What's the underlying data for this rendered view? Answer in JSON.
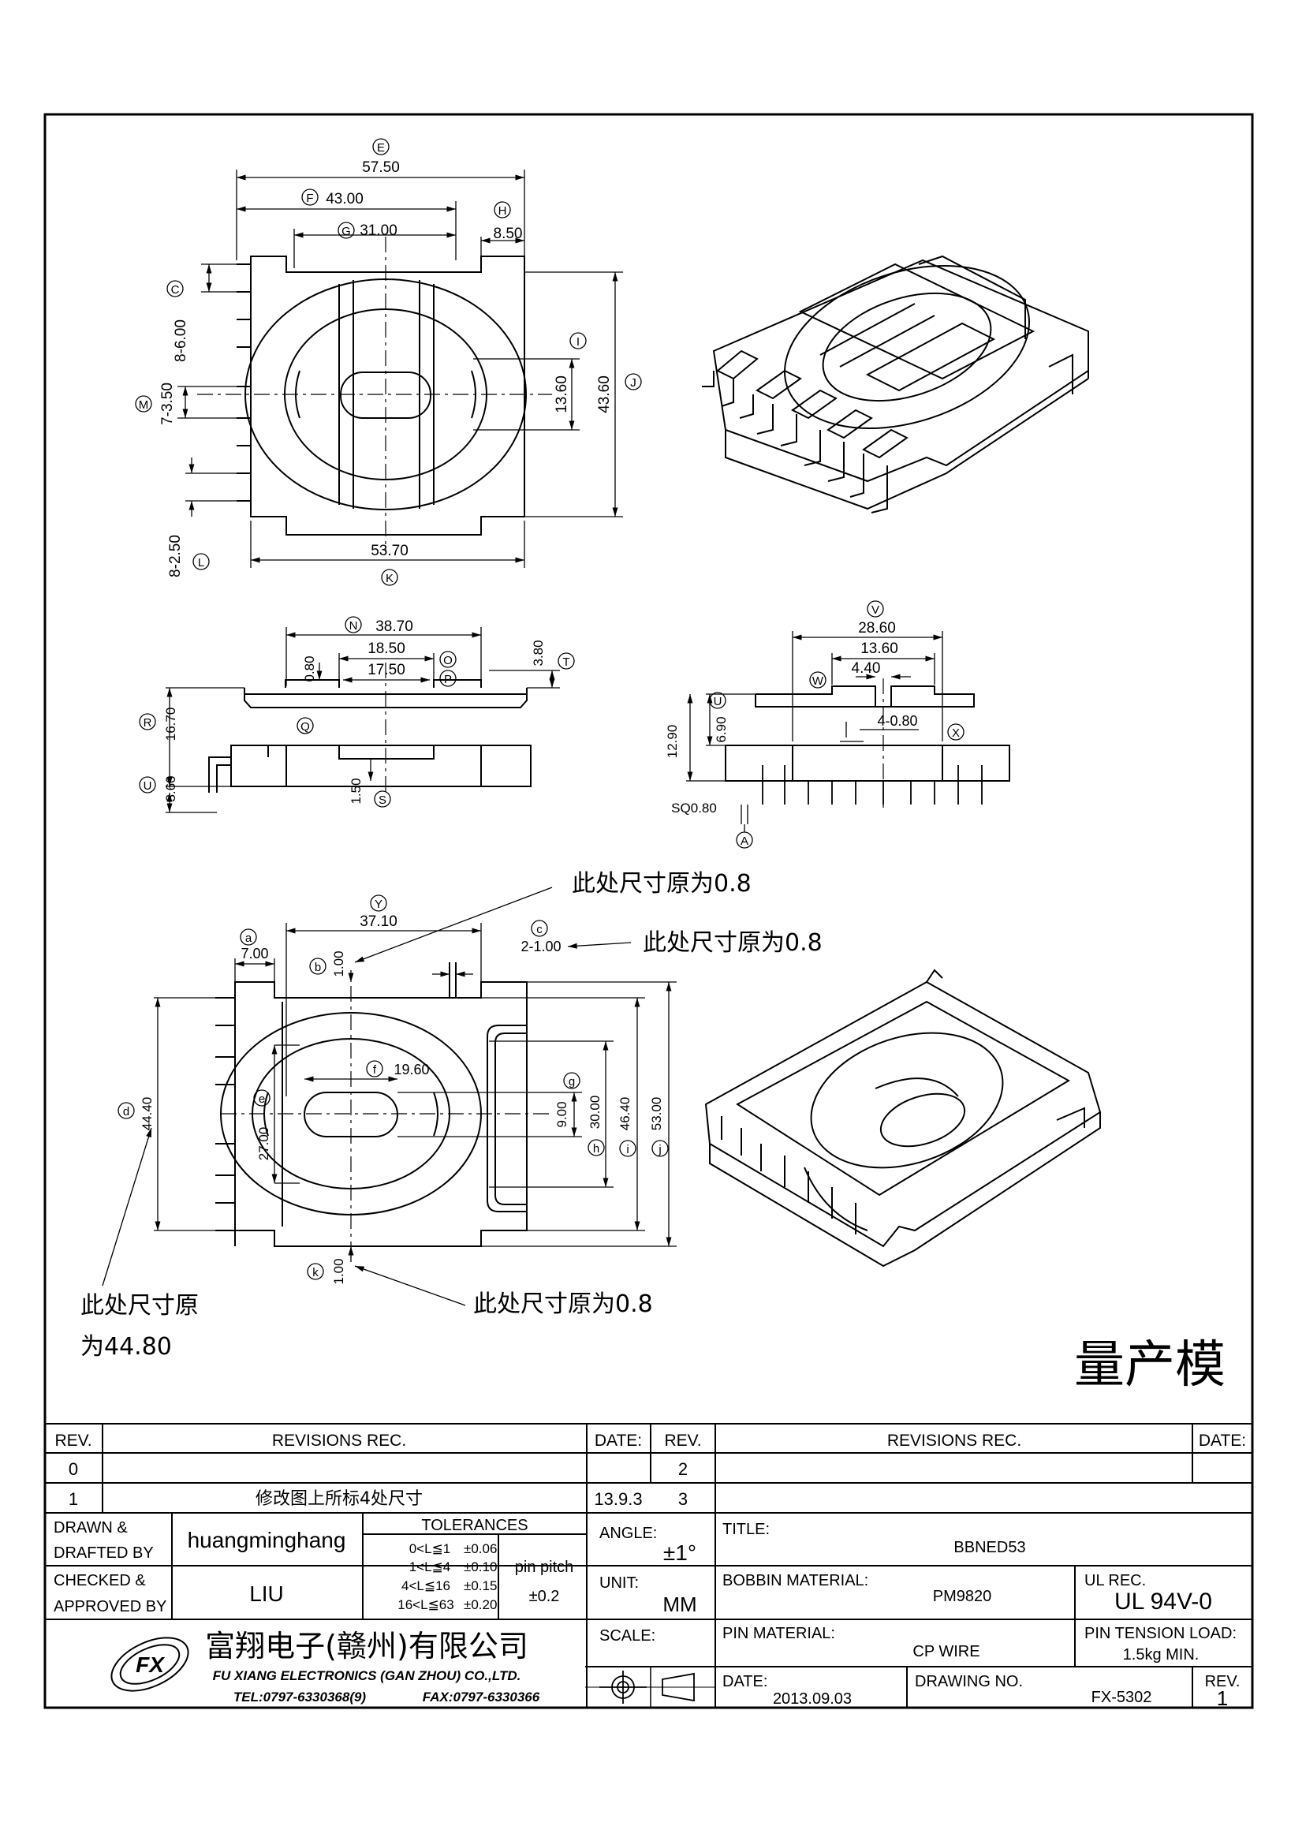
{
  "notes": {
    "top_right": "此处尺寸原为0.8",
    "c_dim": "此处尺寸原为0.8",
    "bottom": "此处尺寸原为0.8",
    "left_line1": "此处尺寸原",
    "left_line2": "为44.80",
    "stamp": "量产模"
  },
  "top_view": {
    "E": {
      "tag": "E",
      "value": "57.50"
    },
    "F": {
      "tag": "F",
      "value": "43.00"
    },
    "G": {
      "tag": "G",
      "value": "31.00"
    },
    "H": {
      "tag": "H",
      "value": "8.50"
    },
    "I": {
      "tag": "I",
      "value": "13.60"
    },
    "J": {
      "tag": "J",
      "value": "43.60"
    },
    "K": {
      "tag": "K",
      "value": "53.70"
    },
    "C": {
      "tag": "C",
      "value": "8-6.00"
    },
    "M": {
      "tag": "M",
      "value": "7-3.50"
    },
    "L": {
      "tag": "L",
      "value": "8-2.50"
    }
  },
  "front_view": {
    "N": {
      "tag": "N",
      "value": "38.70"
    },
    "O": {
      "tag": "O",
      "value": "18.50"
    },
    "P": {
      "tag": "P",
      "value": "17.50"
    },
    "d080": "0.80",
    "T": {
      "tag": "T",
      "value": "3.80"
    },
    "R": {
      "tag": "R",
      "value": "16.70"
    },
    "Q": {
      "tag": "Q"
    },
    "U": {
      "tag": "U",
      "value": "3.60"
    },
    "S": {
      "tag": "S",
      "value": "1.50"
    }
  },
  "side_view": {
    "V": {
      "tag": "V",
      "value": "28.60"
    },
    "v2": "13.60",
    "W": {
      "tag": "W",
      "value": "4.40"
    },
    "U": {
      "tag": "U",
      "value": "6.90"
    },
    "h": "12.90",
    "X": {
      "tag": "X",
      "value": "4-0.80"
    },
    "A": {
      "tag": "A",
      "value": "SQ0.80"
    }
  },
  "bottom_view": {
    "Y": {
      "tag": "Y",
      "value": "37.10"
    },
    "a": {
      "tag": "a",
      "value": "7.00"
    },
    "b": {
      "tag": "b",
      "value": "1.00"
    },
    "c": {
      "tag": "c",
      "value": "2-1.00"
    },
    "f": {
      "tag": "f",
      "value": "19.60"
    },
    "g": {
      "tag": "g",
      "value": "9.00"
    },
    "h": {
      "tag": "h",
      "value": "30.00"
    },
    "i": {
      "tag": "i",
      "value": "46.40"
    },
    "j": {
      "tag": "j",
      "value": "53.00"
    },
    "d": {
      "tag": "d",
      "value": "44.40"
    },
    "e": {
      "tag": "e",
      "value": "27.00"
    },
    "k": {
      "tag": "k",
      "value": "1.00"
    }
  },
  "title_block": {
    "rev_header": "REV.",
    "revisions_header": "REVISIONS    REC.",
    "date_header": "DATE:",
    "rev_header2": "REV.",
    "revisions_header2": "REVISIONS    REC.",
    "date_header2": "DATE:",
    "rows": [
      {
        "rev": "0",
        "desc": "",
        "date": "",
        "rev2": "2"
      },
      {
        "rev": "1",
        "desc": "修改图上所标4处尺寸",
        "date": "13.9.3",
        "rev2": "3"
      }
    ],
    "drawn_label1": "DRAWN &",
    "drawn_label2": "DRAFTED BY",
    "drawn_by": "huangminghang",
    "checked_label1": "CHECKED &",
    "checked_label2": "APPROVED BY",
    "checked_by": "LIU",
    "tolerances_label": "TOLERANCES",
    "tol": [
      {
        "range": "0<L≦1",
        "value": "±0.06"
      },
      {
        "range": "1<L≦4",
        "value": "±0.10"
      },
      {
        "range": "4<L≦16",
        "value": "±0.15"
      },
      {
        "range": "16<L≦63",
        "value": "±0.20"
      }
    ],
    "pin_pitch_label": "pin pitch",
    "pin_pitch_value": "±0.2",
    "angle_label": "ANGLE:",
    "angle_value": "±1°",
    "unit_label": "UNIT:",
    "unit_value": "MM",
    "scale_label": "SCALE:",
    "title_label": "TITLE:",
    "title_value": "BBNED53",
    "bobbin_label": "BOBBIN  MATERIAL:",
    "bobbin_value": "PM9820",
    "ul_label": "UL  REC.",
    "ul_value": "UL  94V-0",
    "pin_mat_label": "PIN  MATERIAL:",
    "pin_mat_value": "CP  WIRE",
    "tension_label": "PIN  TENSION  LOAD:",
    "tension_value": "1.5kg  MIN.",
    "date_label": "DATE:",
    "date_value": "2013.09.03",
    "drawing_no_label": "DRAWING  NO.",
    "drawing_no_value": "FX-5302",
    "rev_label": "REV.",
    "rev_value": "1",
    "company_cn": "富翔电子(赣州)有限公司",
    "company_en": "FU XIANG ELECTRONICS (GAN ZHOU) CO.,LTD.",
    "tel": "TEL:0797-6330368(9)",
    "fax": "FAX:0797-6330366",
    "logo_text": "FX"
  }
}
